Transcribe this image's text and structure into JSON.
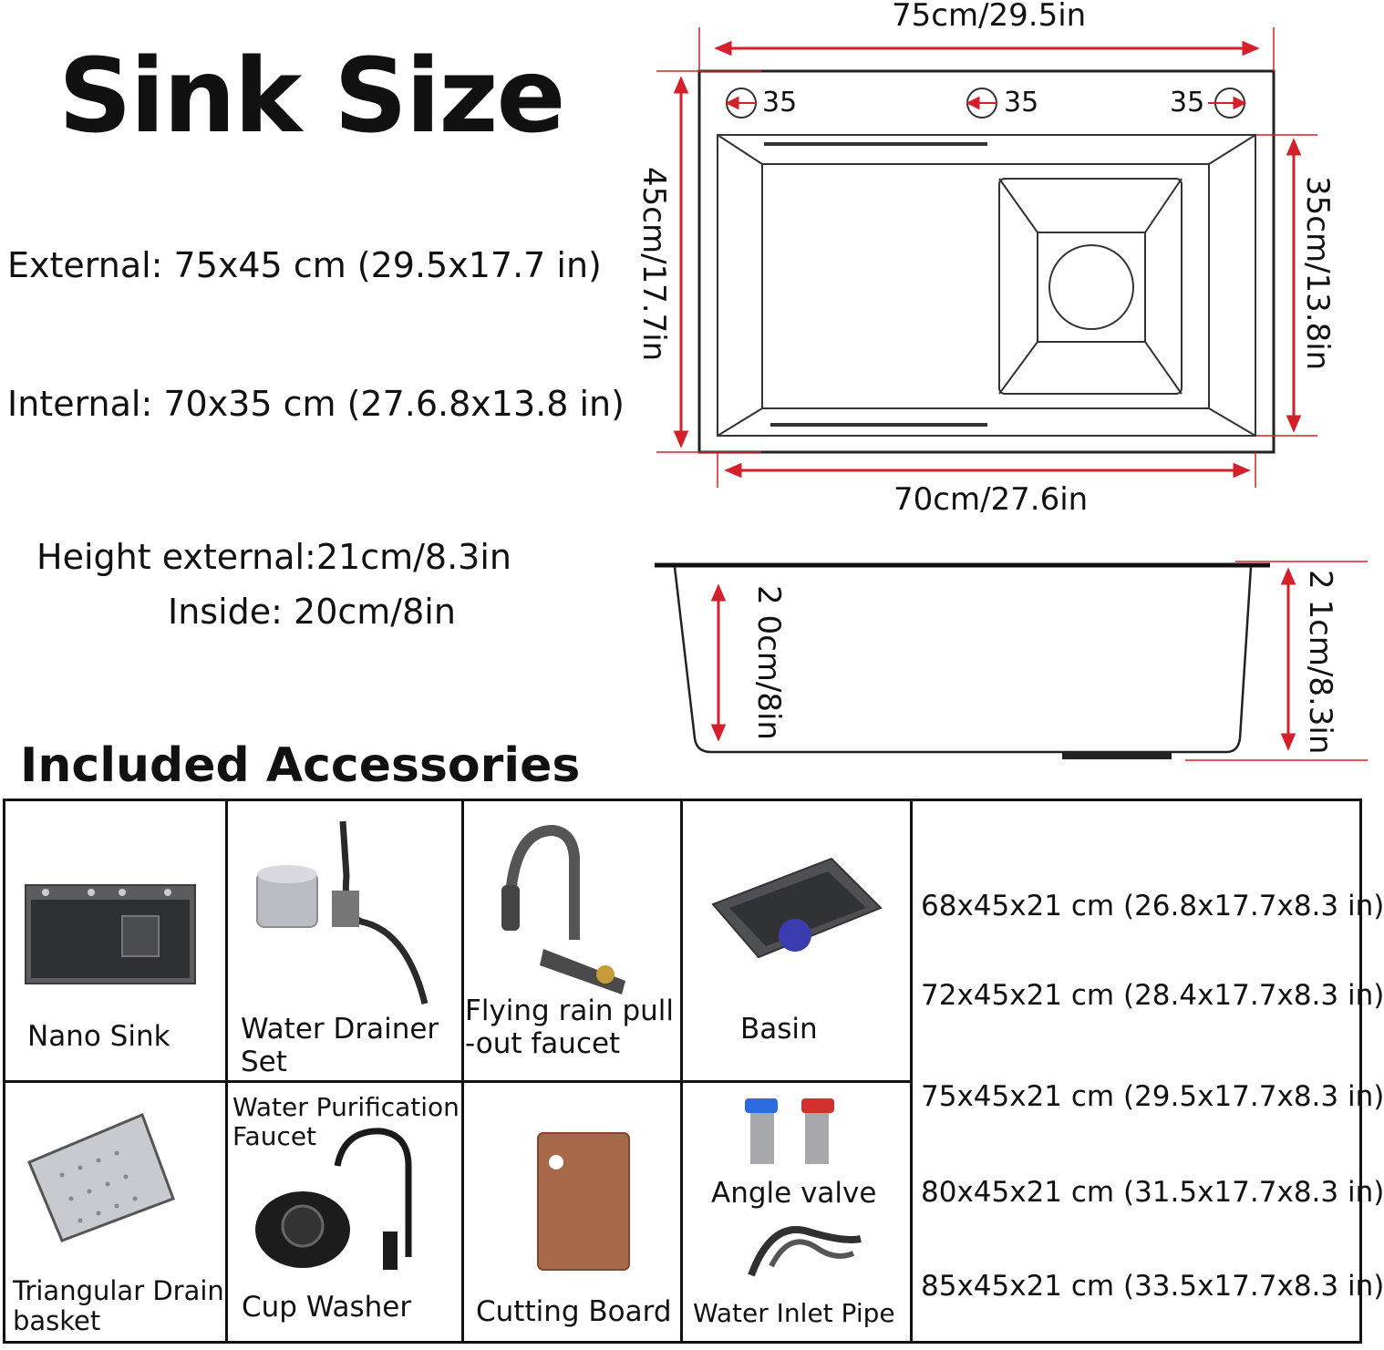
{
  "title": "Sink Size",
  "specs": {
    "external": "External: 75x45 cm (29.5x17.7 in)",
    "internal": "Internal: 70x35 cm (27.6.8x13.8 in)",
    "height_external": "Height external:21cm/8.3in",
    "inside": "Inside: 20cm/8in"
  },
  "diagram": {
    "top_width": "75cm/29.5in",
    "inner_width": "70cm/27.6in",
    "outer_depth": "45cm/17.7in",
    "inner_depth": "35cm/13.8in",
    "hole_left": "35",
    "hole_mid": "35",
    "hole_right": "35",
    "inside_height": "2 0cm/8in",
    "outside_height": "2 1cm/8.3in"
  },
  "accessories_title": "Included Accessories",
  "accessories": {
    "nano_sink": "Nano Sink",
    "water_drainer_1": "Water Drainer",
    "water_drainer_2": "Set",
    "faucet_1": "Flying rain pull",
    "faucet_2": "-out faucet",
    "basin": "Basin",
    "drain_basket_1": "Triangular Drain",
    "drain_basket_2": "basket",
    "purification_1": "Water Purification",
    "purification_2": "Faucet",
    "cup_washer": "Cup Washer",
    "cutting_board": "Cutting Board",
    "angle_valve": "Angle valve",
    "inlet_pipe": "Water Inlet Pipe"
  },
  "sizes": [
    "68x45x21 cm (26.8x17.7x8.3 in)",
    "72x45x21 cm (28.4x17.7x8.3 in)",
    "75x45x21 cm (29.5x17.7x8.3 in)",
    "80x45x21 cm (31.5x17.7x8.3 in)",
    "85x45x21 cm (33.5x17.7x8.3 in)"
  ],
  "colors": {
    "dimension_red": "#d3202a",
    "line_dark": "#1a1a1a"
  }
}
